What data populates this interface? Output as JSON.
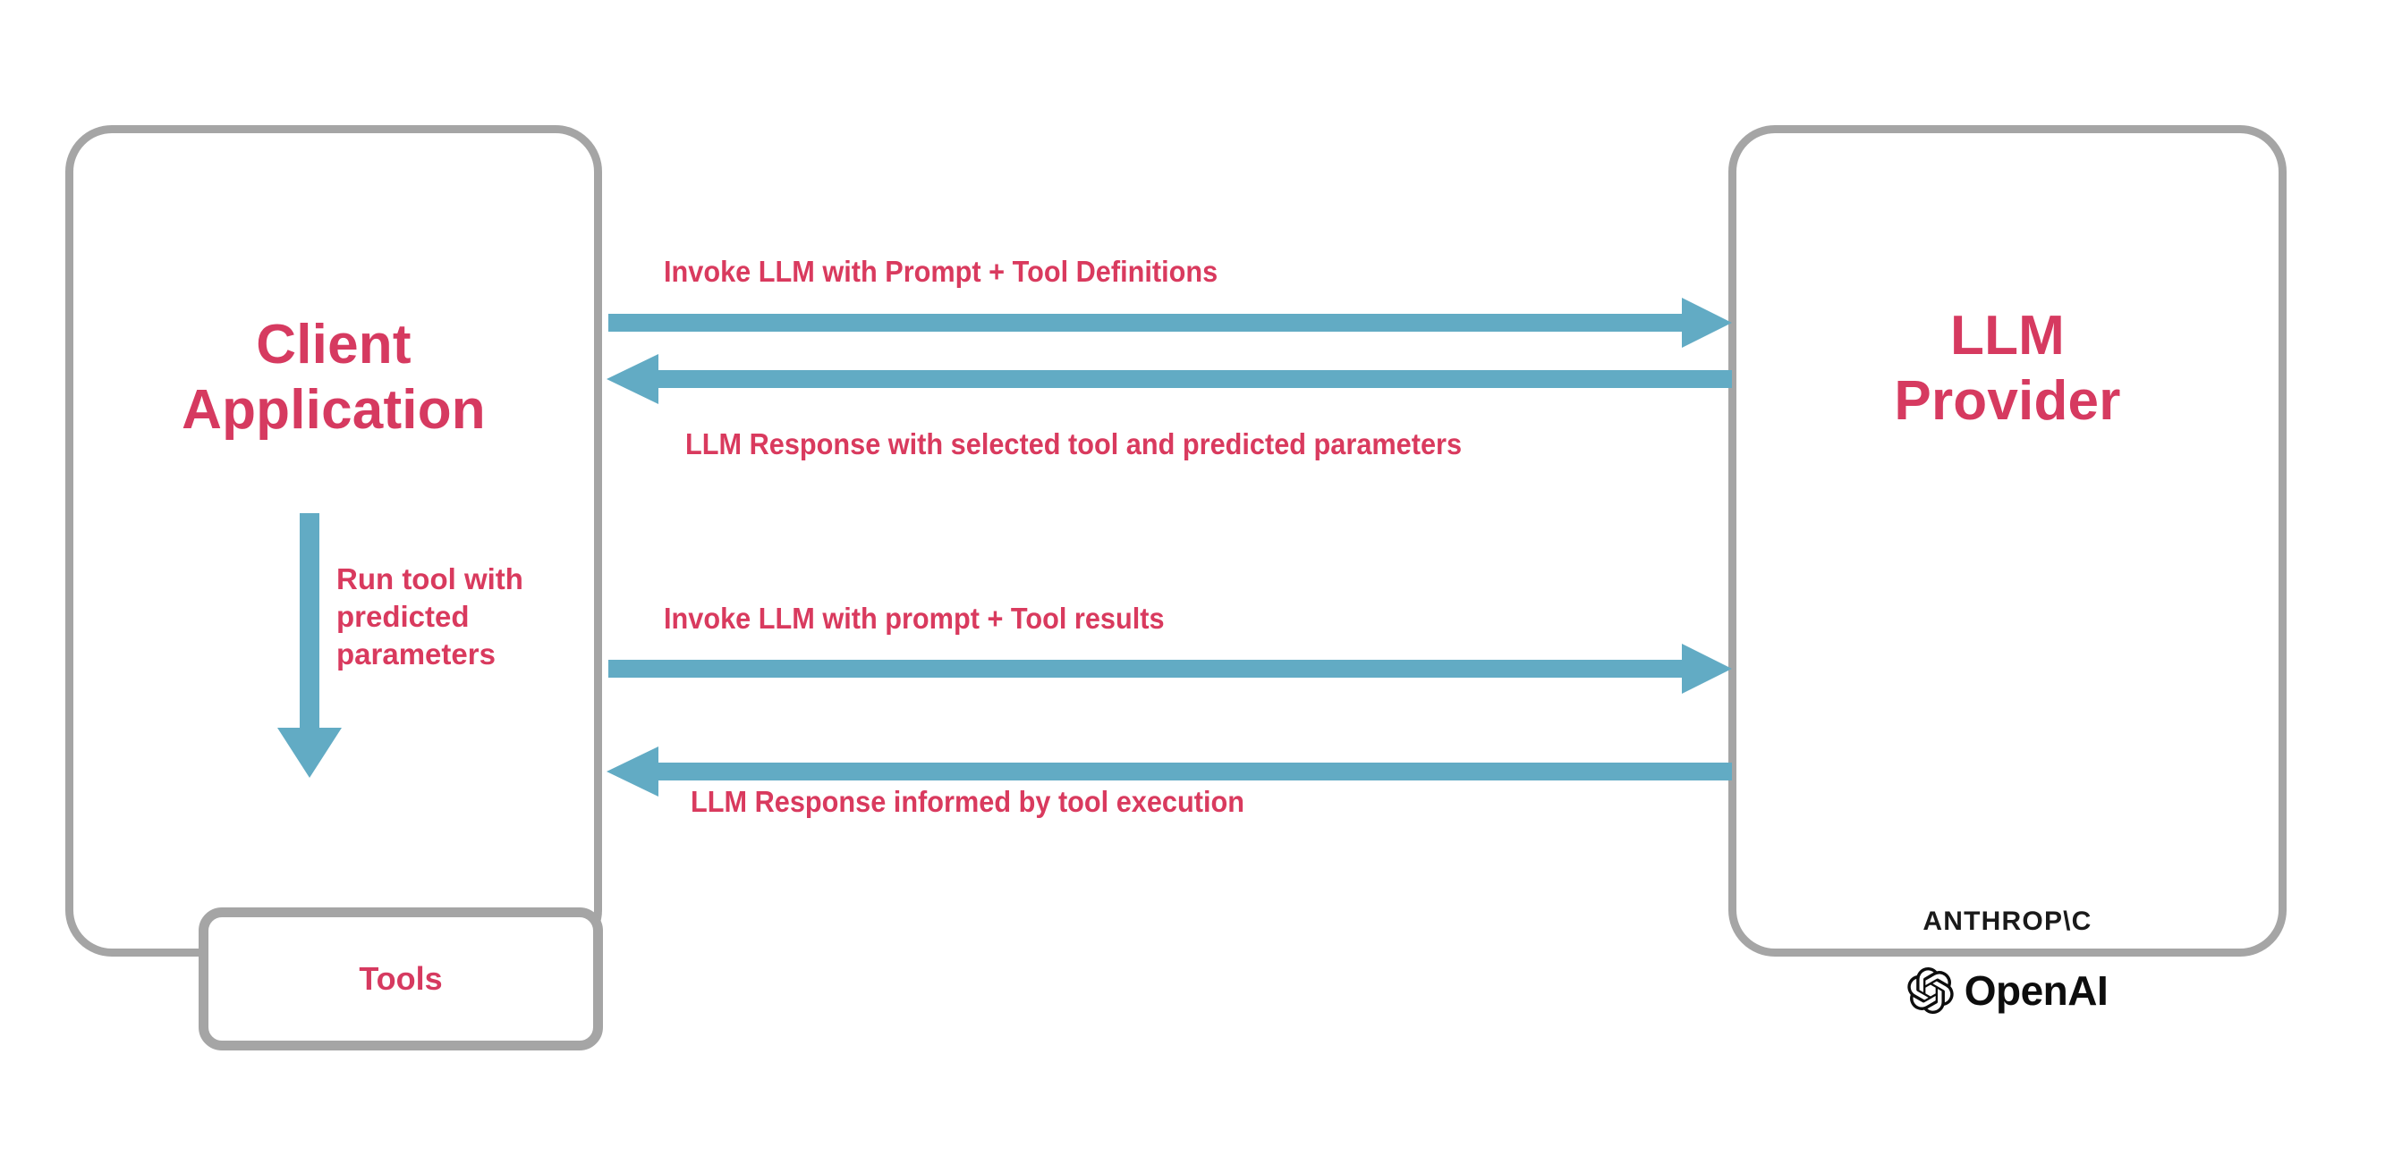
{
  "diagram": {
    "title": "LLM tool-calling sequence between client application and LLM provider",
    "colors": {
      "accent_text": "#d93a5e",
      "arrow": "#62abc4",
      "box_border": "#a5a5a5",
      "logo_text": "#1a1a1a",
      "background": "#ffffff"
    }
  },
  "client": {
    "title": "Client\nApplication",
    "tools": {
      "label": "Tools"
    }
  },
  "provider": {
    "title": "LLM\nProvider",
    "brands": [
      {
        "name": "anthropic",
        "label": "ANTHROP\\C"
      },
      {
        "name": "openai",
        "label": "OpenAI",
        "icon": "openai-knot-icon"
      }
    ]
  },
  "edges": [
    {
      "id": "invoke-1",
      "label": "Invoke LLM with Prompt + Tool Definitions",
      "direction": "client-to-provider"
    },
    {
      "id": "response-1",
      "label": "LLM Response with selected tool and predicted parameters",
      "direction": "provider-to-client"
    },
    {
      "id": "run-tool",
      "label": "Run tool with\npredicted\nparameters",
      "direction": "client-to-tools"
    },
    {
      "id": "invoke-2",
      "label": "Invoke LLM with prompt + Tool results",
      "direction": "client-to-provider"
    },
    {
      "id": "response-2",
      "label": "LLM Response informed by tool execution",
      "direction": "provider-to-client"
    }
  ]
}
